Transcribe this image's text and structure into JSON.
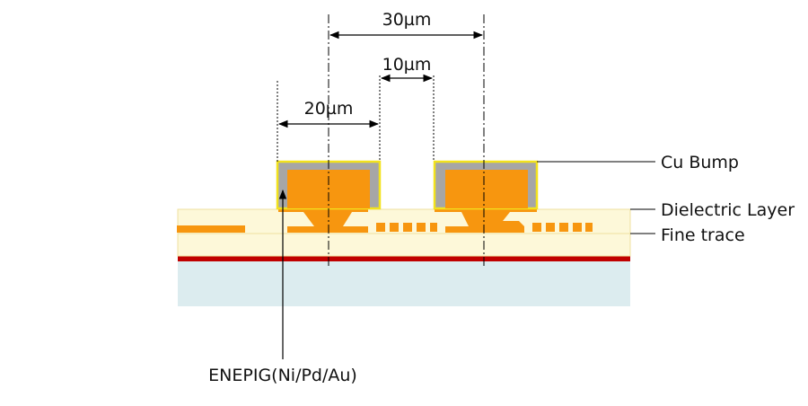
{
  "dimensions": {
    "pitch": "30µm",
    "gap": "10µm",
    "bump_width": "20µm"
  },
  "labels": {
    "cu_bump": "Cu Bump",
    "dielectric_layer": "Dielectric Layer",
    "fine_trace": "Fine trace",
    "enepig": "ENEPIG(Ni/Pd/Au)"
  },
  "colors": {
    "copper": "#f7960f",
    "plating": "#a6a6a6",
    "plating_edge": "#f2e21d",
    "dielectric": "#fdf8d9",
    "dielectric_edge": "#efe1a0",
    "red_layer": "#c00000",
    "substrate": "#dcecef"
  }
}
